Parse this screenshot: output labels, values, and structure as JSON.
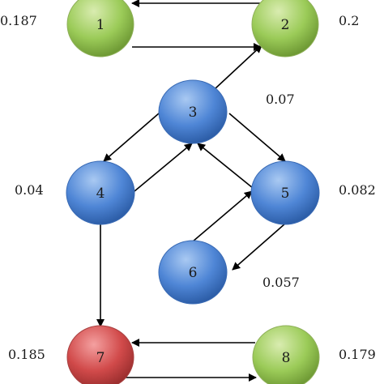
{
  "nodes": [
    {
      "id": "1",
      "label": "1",
      "score": "0.187",
      "color": "green"
    },
    {
      "id": "2",
      "label": "2",
      "score": "0.2",
      "color": "green"
    },
    {
      "id": "3",
      "label": "3",
      "score": "0.07",
      "color": "blue"
    },
    {
      "id": "4",
      "label": "4",
      "score": "0.04",
      "color": "blue"
    },
    {
      "id": "5",
      "label": "5",
      "score": "0.082",
      "color": "blue"
    },
    {
      "id": "6",
      "label": "6",
      "score": "0.057",
      "color": "blue"
    },
    {
      "id": "7",
      "label": "7",
      "score": "0.185",
      "color": "red"
    },
    {
      "id": "8",
      "label": "8",
      "score": "0.179",
      "color": "green"
    }
  ],
  "edges": [
    {
      "from": "2",
      "to": "1"
    },
    {
      "from": "1",
      "to": "2"
    },
    {
      "from": "3",
      "to": "2"
    },
    {
      "from": "3",
      "to": "4"
    },
    {
      "from": "4",
      "to": "3"
    },
    {
      "from": "3",
      "to": "5"
    },
    {
      "from": "5",
      "to": "3"
    },
    {
      "from": "6",
      "to": "5"
    },
    {
      "from": "5",
      "to": "6"
    },
    {
      "from": "4",
      "to": "7"
    },
    {
      "from": "8",
      "to": "7"
    },
    {
      "from": "7",
      "to": "8"
    }
  ],
  "colors": {
    "green": {
      "light": "#d9ecb0",
      "main": "#9bcb58",
      "dark": "#6f9a35"
    },
    "blue": {
      "light": "#a9c9f2",
      "main": "#4f86d6",
      "dark": "#2d5ea8"
    },
    "red": {
      "light": "#f4a0a0",
      "main": "#d14a4a",
      "dark": "#9c2f2f"
    }
  }
}
